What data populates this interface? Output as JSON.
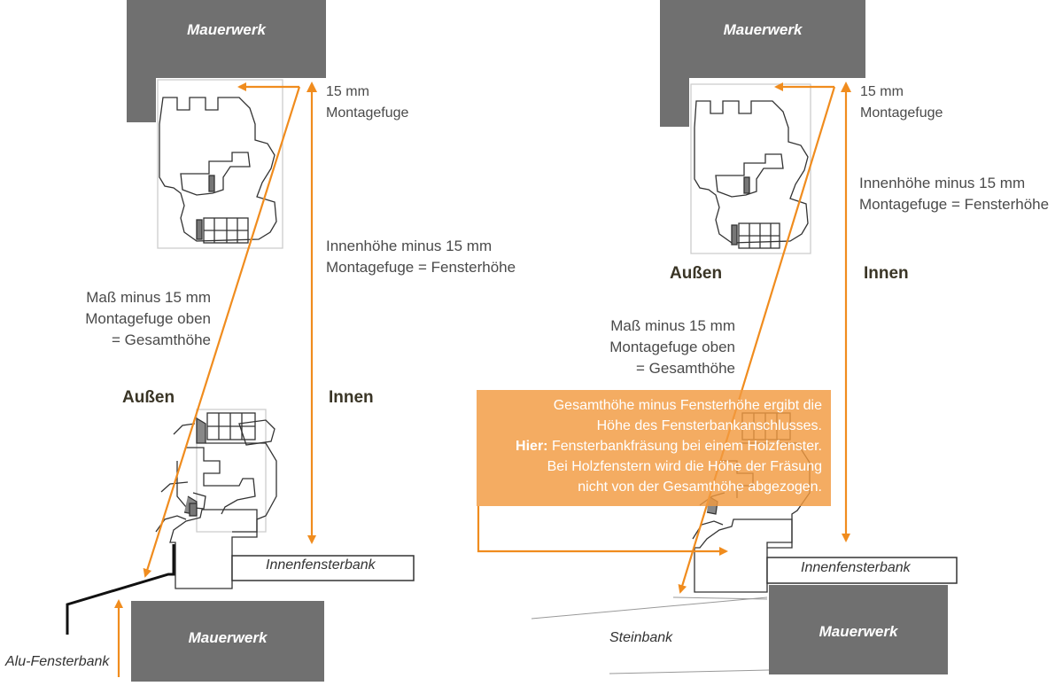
{
  "colors": {
    "wall": "#707070",
    "accent": "#f08c1e",
    "frame": "#333333",
    "note_bg": "#f29a40"
  },
  "left": {
    "wall_top": "Mauerwerk",
    "wall_bottom": "Mauerwerk",
    "gap_label": [
      "15 mm",
      "Montagefuge"
    ],
    "inner_height_label": [
      "Innenhöhe minus 15 mm",
      "Montagefuge = Fensterhöhe"
    ],
    "total_label": [
      "Maß minus 15 mm",
      "Montagefuge oben",
      "= Gesamthöhe"
    ],
    "outside": "Außen",
    "inside": "Innen",
    "inner_sill": "Innenfensterbank",
    "alu_sill": "Alu-Fensterbank"
  },
  "right": {
    "wall_top": "Mauerwerk",
    "wall_bottom": "Mauerwerk",
    "gap_label": [
      "15 mm",
      "Montagefuge"
    ],
    "inner_height_label": [
      "Innenhöhe minus 15 mm",
      "Montagefuge = Fensterhöhe"
    ],
    "total_label": [
      "Maß minus 15 mm",
      "Montagefuge oben",
      "= Gesamthöhe"
    ],
    "outside": "Außen",
    "inside": "Innen",
    "inner_sill": "Innenfensterbank",
    "stone_sill": "Steinbank"
  },
  "note": {
    "line1": "Gesamthöhe minus Fensterhöhe ergibt die",
    "line2": "Höhe des Fensterbankanschlusses.",
    "bold": "Hier:",
    "line3": " Fensterbankfräsung bei einem Holzfenster.",
    "line4": "Bei Holzfenstern wird die Höhe der Fräsung",
    "line5": "nicht von der Gesamthöhe abgezogen."
  }
}
